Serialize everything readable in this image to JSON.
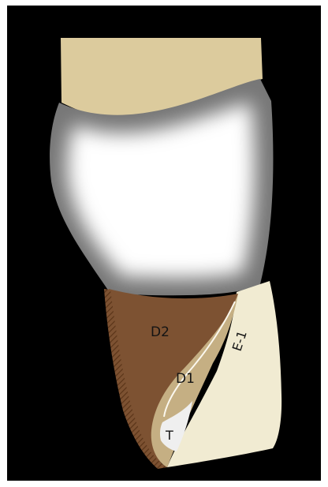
{
  "labels": {
    "d2": "D2",
    "d1": "D1",
    "e1": "E-1",
    "t": "T"
  },
  "colors": {
    "background": "#000000",
    "frame": "#ffffff",
    "root": "#dccb9d",
    "crown_core": "#ffffff",
    "crown_edge": "#777777",
    "enamel": "#f1ebd2",
    "d1_layer": "#c5af83",
    "d2_layer": "#7d5232",
    "hatch": "#5a3418",
    "tip": "#efefef"
  }
}
